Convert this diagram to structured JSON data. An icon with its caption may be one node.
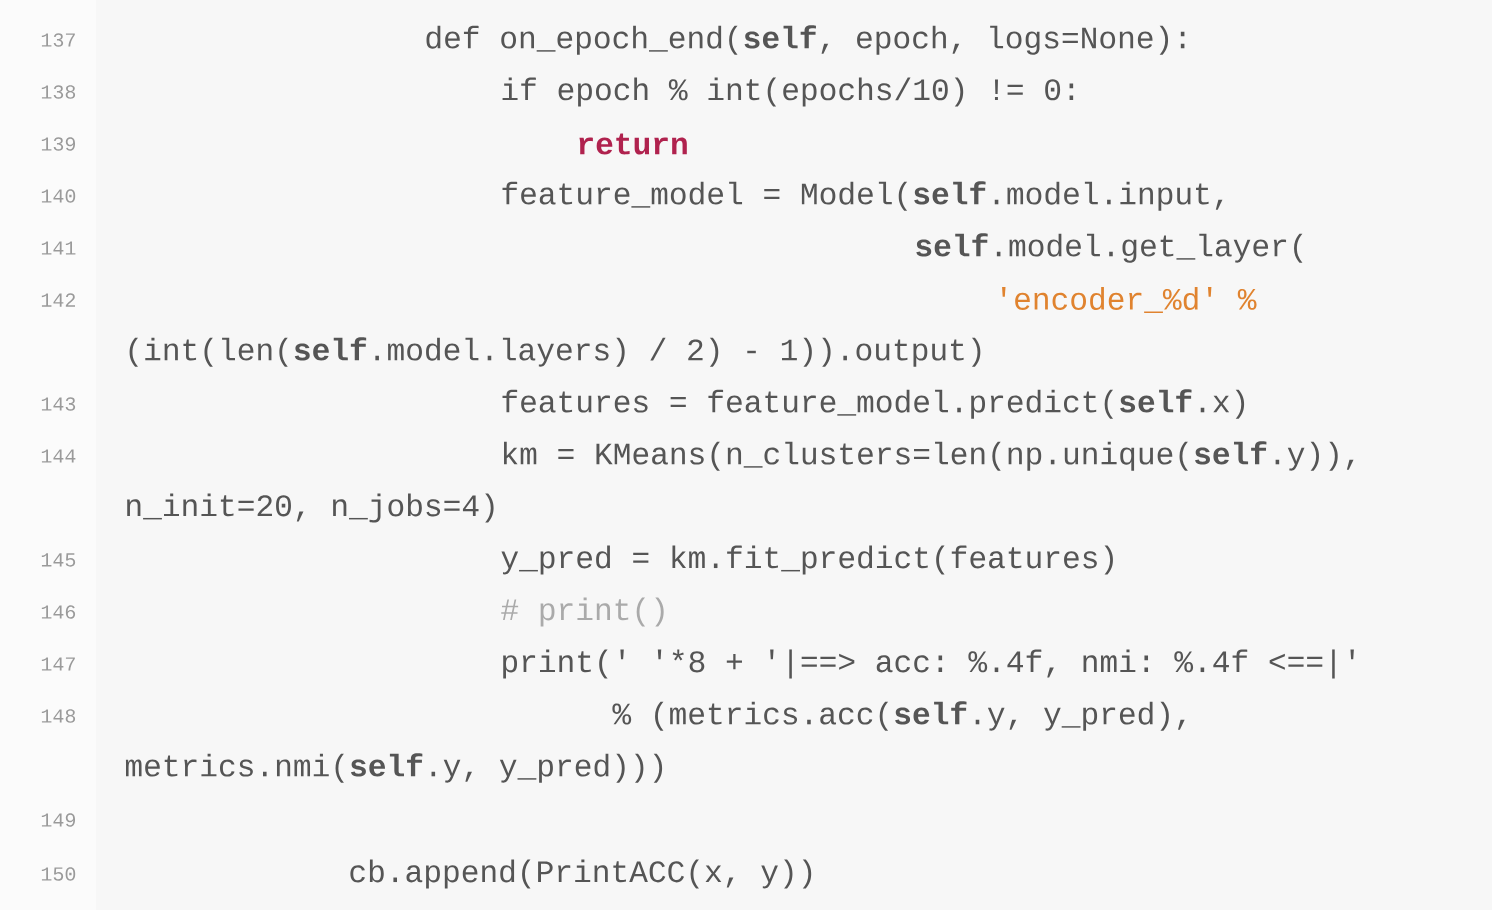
{
  "diagram": {
    "labels": [
      "137",
      "def on_epoch_end(**self**, epoch, logs=None):",
      "138",
      "if epoch % int(epochs/10) != 0:",
      "139",
      "return",
      "140",
      "feature_model = Model(**self**.model.input,",
      "141",
      "**self**.model.get_layer(",
      "142",
      "'encoder_%d' %",
      "(int(len(**self**.model.layers) / 2) - 1)).output)",
      "143",
      "features = feature_model.predict(**self**.x)",
      "144",
      "km = KMeans(n_clusters=len(np.unique(**self**.y)),",
      "n_init=20, n_jobs=4)",
      "145",
      "y_pred = km.fit_predict(features)",
      "146",
      "# print()",
      "147",
      "print(' '*8 + '|==>  acc: %.4f,  nmi: %.4f  <==|'",
      "148",
      "% (metrics.acc(**self**.y, y_pred),",
      "metrics.nmi(**self**.y, y_pred)))",
      "149",
      "150",
      "cb.append(PrintACC(x, y))"
    ]
  }
}
